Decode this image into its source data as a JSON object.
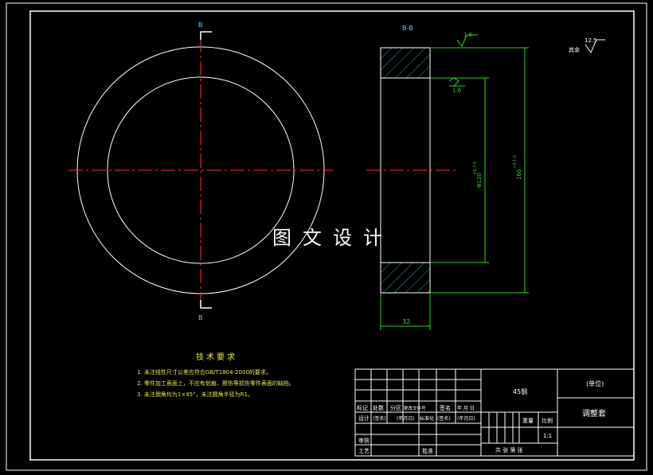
{
  "colors": {
    "background": "#000000",
    "outline": "#ffffff",
    "centerline": "#ff3333",
    "dimension": "#22dd22",
    "hatch": "#2aa0a8",
    "note_text": "#e8e84a",
    "section_label": "#66ccff"
  },
  "section": {
    "view_label": "B-B",
    "mark_top": "B",
    "mark_bottom": "B"
  },
  "dimensions": {
    "width": "32",
    "inner_dia": "Φ120",
    "inner_tol": "+0.3 0",
    "outer_dia": "160",
    "outer_tol": "+0.1 0"
  },
  "roughness": {
    "top": "1.6",
    "inner": "1.6",
    "other_value": "12.5",
    "other_label": "其余"
  },
  "tech_requirements": {
    "title": "技术要求",
    "items": [
      "1. 未注线性尺寸公差应符合GB/T1804-2000的要求。",
      "2. 零件加工表面上，不应有划痕、擦伤等损伤零件表面的缺陷。",
      "3. 未注倒角均为1×45°，未注圆角半径为R1。"
    ]
  },
  "watermark": "图文设计",
  "title_block": {
    "material": "45钢",
    "org": "(单位)",
    "part_name": "调整套",
    "weight_label": "重量",
    "scale_label": "比例",
    "scale_value": "1:1",
    "sheets": "共  张  第  张",
    "row_labels": {
      "mark": "标记",
      "count": "处数",
      "zone": "分区",
      "change_doc": "更改文件号",
      "sign": "签名",
      "date": "年.月.日",
      "design": "设计",
      "sign2": "(签名)",
      "date2": "(年月日)",
      "standard": "标准化",
      "sign3": "(签名)",
      "date3": "(年月日)",
      "review": "审核",
      "process": "工艺",
      "approve": "批准"
    }
  }
}
